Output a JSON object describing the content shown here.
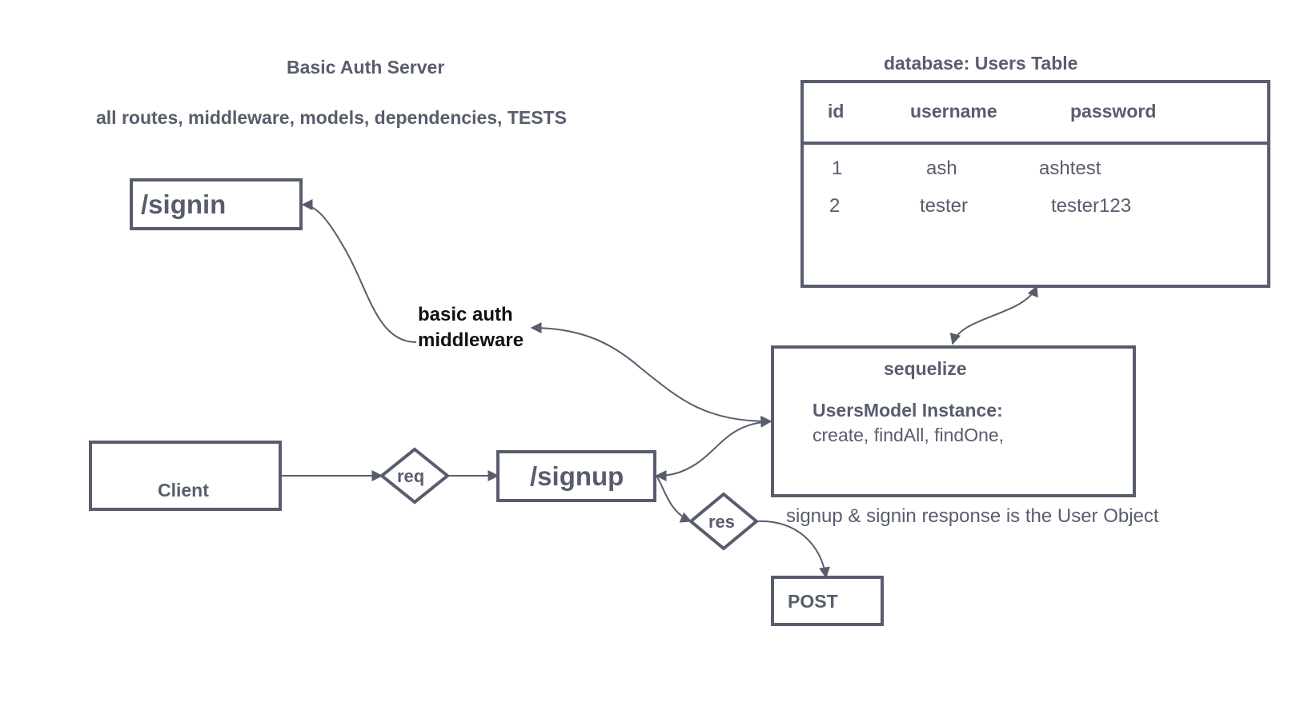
{
  "header": {
    "title": "Basic Auth Server",
    "subtitle": "all routes, middleware, models, dependencies,  TESTS"
  },
  "routes": {
    "signin": "/signin",
    "signup": "/signup"
  },
  "client": {
    "label": "Client"
  },
  "connectors": {
    "req": "req",
    "res": "res"
  },
  "middleware": {
    "line1": "basic auth",
    "line2": "middleware"
  },
  "database": {
    "title": "database:  Users Table",
    "columns": [
      "id",
      "username",
      "password"
    ],
    "rows": [
      [
        "1",
        "ash",
        "ashtest"
      ],
      [
        "2",
        "tester",
        "tester123"
      ]
    ]
  },
  "sequelize": {
    "title": "sequelize",
    "instance_label": "UsersModel Instance:",
    "methods": "create, findAll, findOne,"
  },
  "response_note": "signup & signin response is the User Object",
  "post": {
    "label": "POST"
  },
  "colors": {
    "stroke": "#585d6e",
    "text": "#585d6e",
    "emphasis": "#111111"
  }
}
